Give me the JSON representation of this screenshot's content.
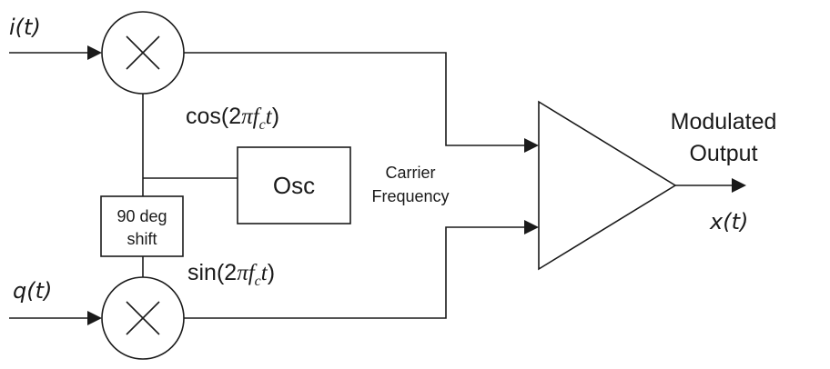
{
  "inputs": {
    "i": "i(t)",
    "q": "q(t)"
  },
  "carriers": {
    "cos_func": "cos(2",
    "sin_func": "sin(2",
    "pi": "π",
    "f": "f",
    "c": "c",
    "t": "t",
    "close": ")"
  },
  "oscillator": {
    "label": "Osc"
  },
  "phase_shift": {
    "line1": "90 deg",
    "line2": "shift"
  },
  "carrier_frequency": {
    "line1": "Carrier",
    "line2": "Frequency"
  },
  "output": {
    "line1": "Modulated",
    "line2": "Output",
    "signal": "x(t)"
  }
}
